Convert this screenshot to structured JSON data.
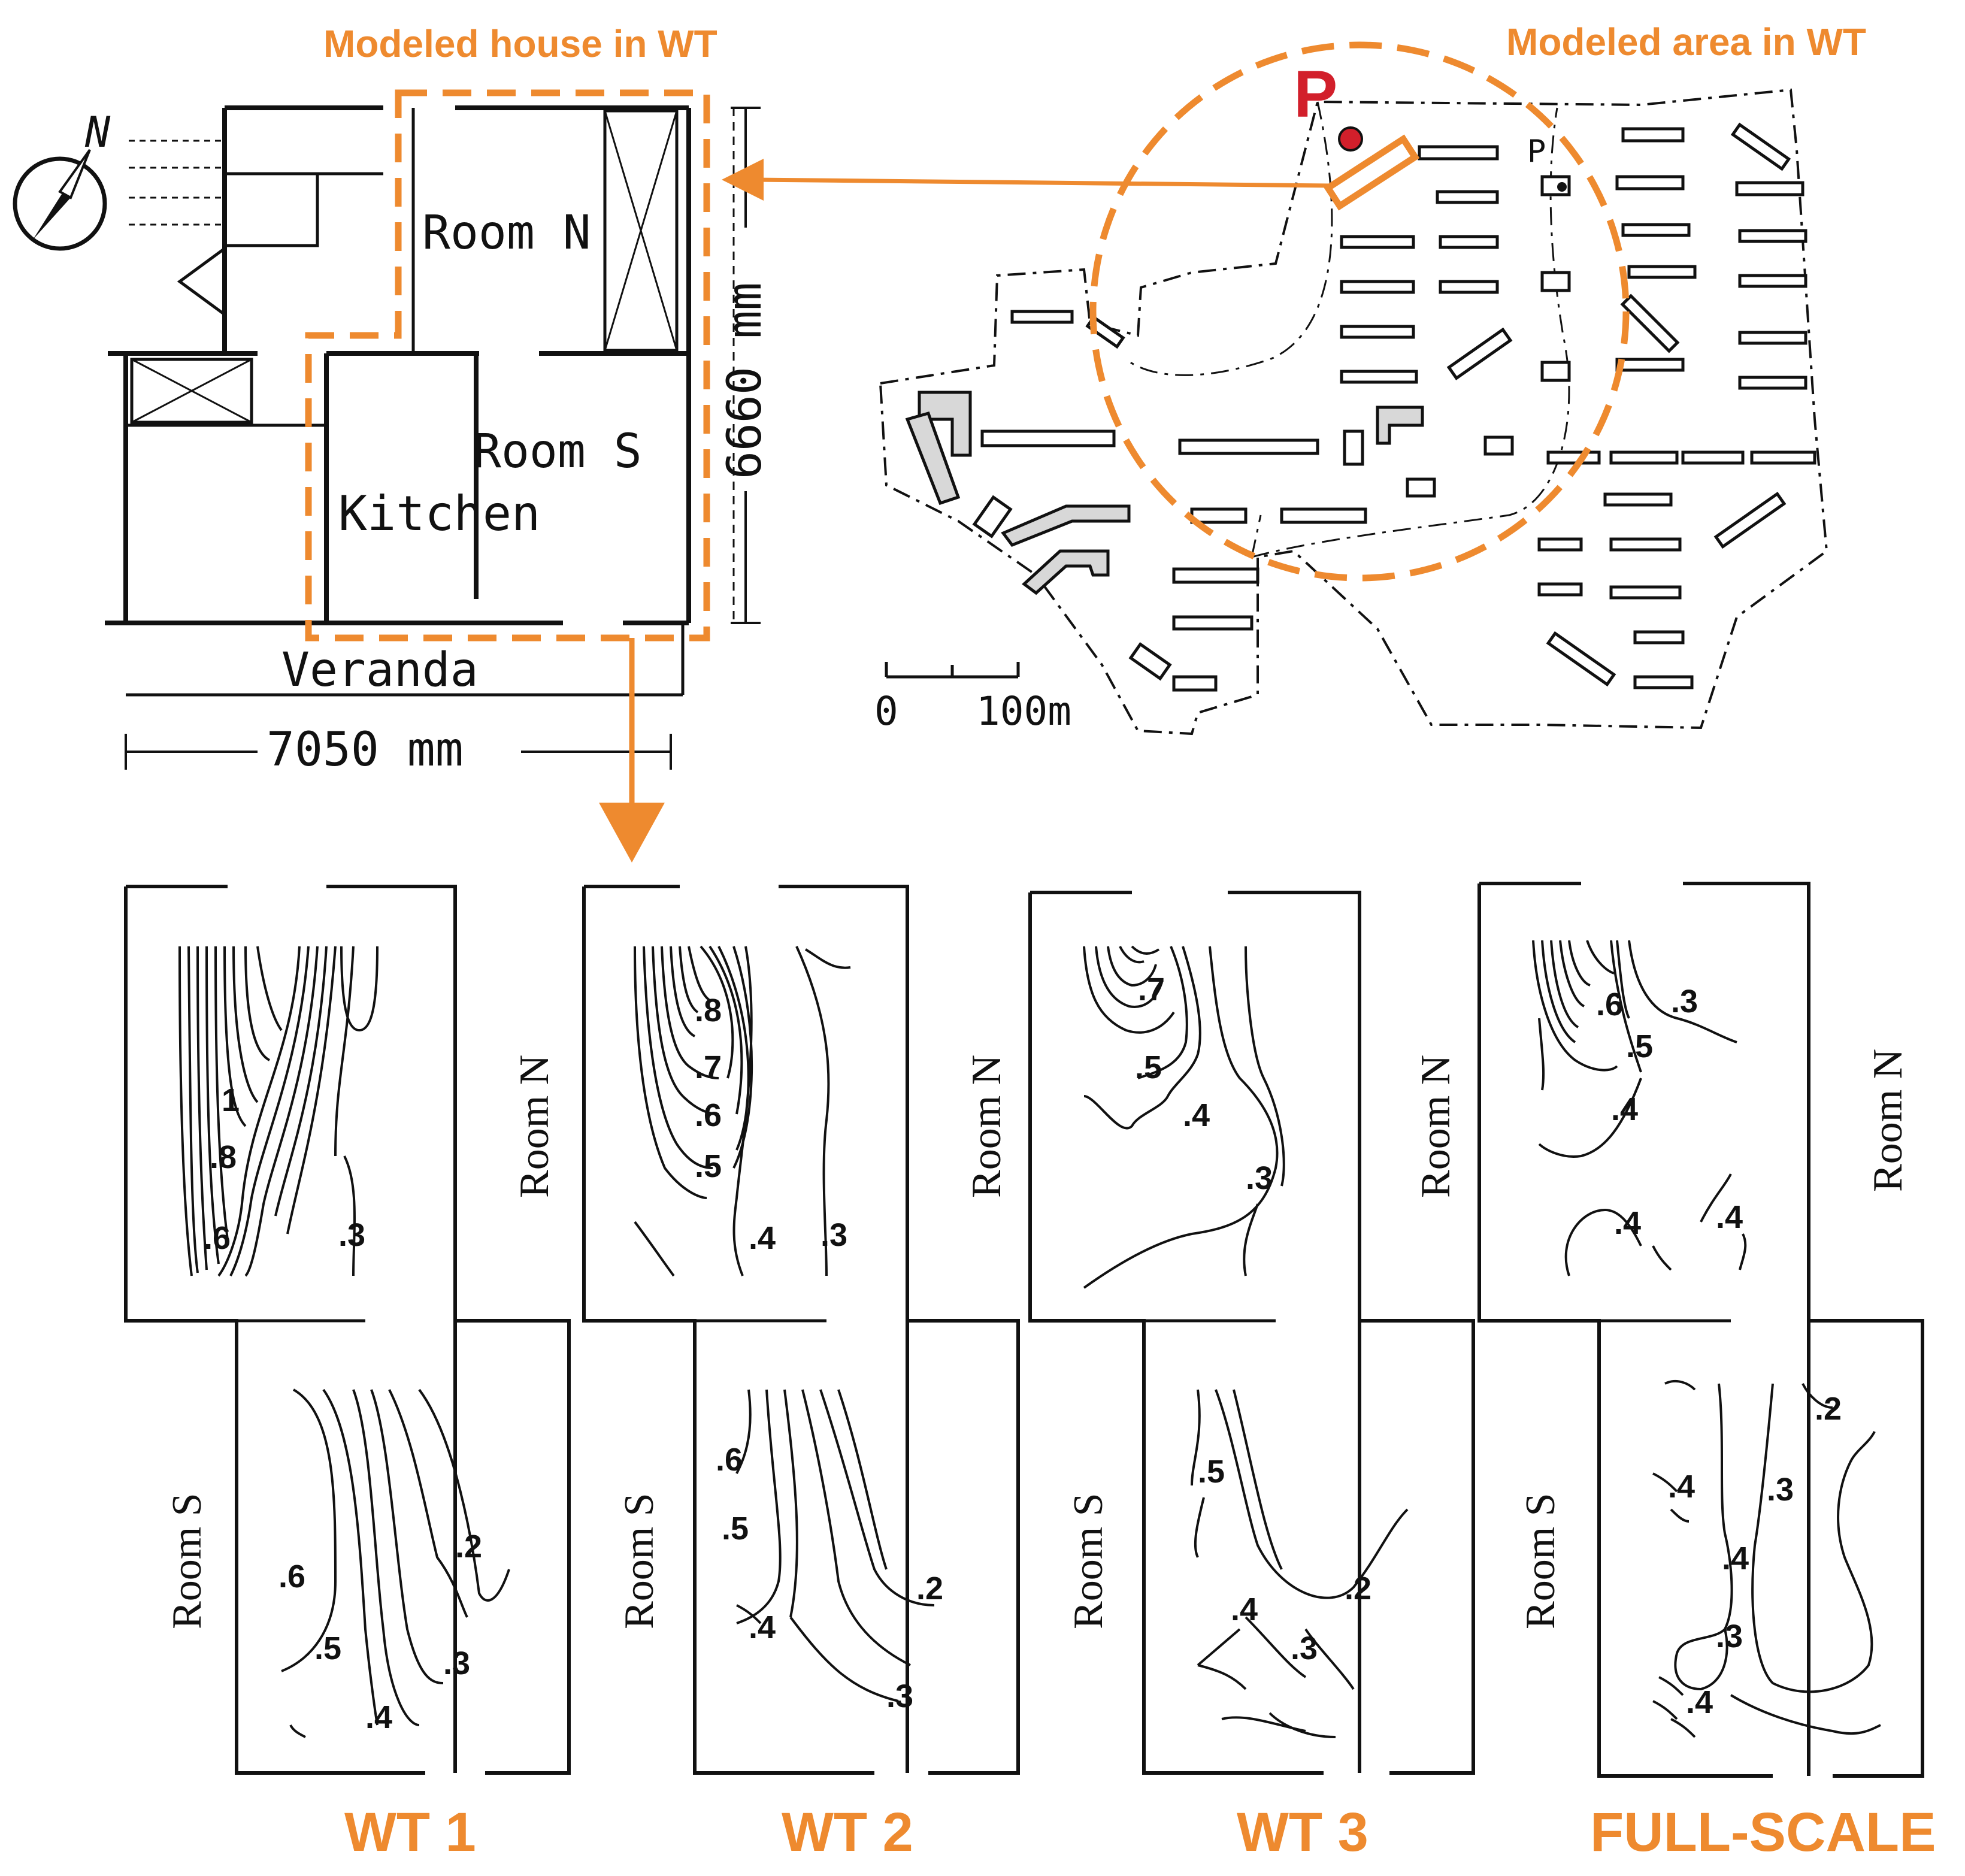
{
  "top": {
    "modeled_house_label": "Modeled house in WT",
    "modeled_area_label": "Modeled area in WT",
    "compass_letter": "N",
    "plan": {
      "room_n": "Room N",
      "room_s": "Room S",
      "kitchen": "Kitchen",
      "veranda": "Veranda",
      "width": "7050 mm",
      "depth": "6660 mm"
    },
    "site": {
      "point_big": "P",
      "point_small": "P",
      "scale_zero": "0",
      "scale_end": "100m"
    }
  },
  "panels": [
    {
      "caption": "WT 1",
      "room_n": "Room N",
      "room_s": "Room S",
      "north_values": [
        "1",
        ".8",
        ".6",
        ".3"
      ],
      "south_values": [
        ".6",
        ".5",
        ".4",
        ".2",
        ".3"
      ]
    },
    {
      "caption": "WT 2",
      "room_n": "Room N",
      "room_s": "Room S",
      "north_values": [
        ".8",
        ".7",
        ".6",
        ".5",
        ".4",
        ".3"
      ],
      "south_values": [
        ".6",
        ".5",
        ".4",
        ".2",
        ".3"
      ]
    },
    {
      "caption": "WT 3",
      "room_n": "Room N",
      "room_s": "Room S",
      "north_values": [
        ".7",
        ".5",
        ".4",
        ".3"
      ],
      "south_values": [
        ".5",
        ".2",
        ".4",
        ".3"
      ]
    },
    {
      "caption": "FULL-SCALE",
      "room_n": "Room N",
      "room_s": "Room S",
      "north_values": [
        ".6",
        ".3",
        ".5",
        ".4",
        ".4",
        ".4"
      ],
      "south_values": [
        ".2",
        ".4",
        ".3",
        ".4",
        ".3",
        ".4"
      ]
    }
  ],
  "colors": {
    "accent_orange": "#ee8a2f",
    "marker_red": "#d21f2b",
    "line": "#111111"
  }
}
